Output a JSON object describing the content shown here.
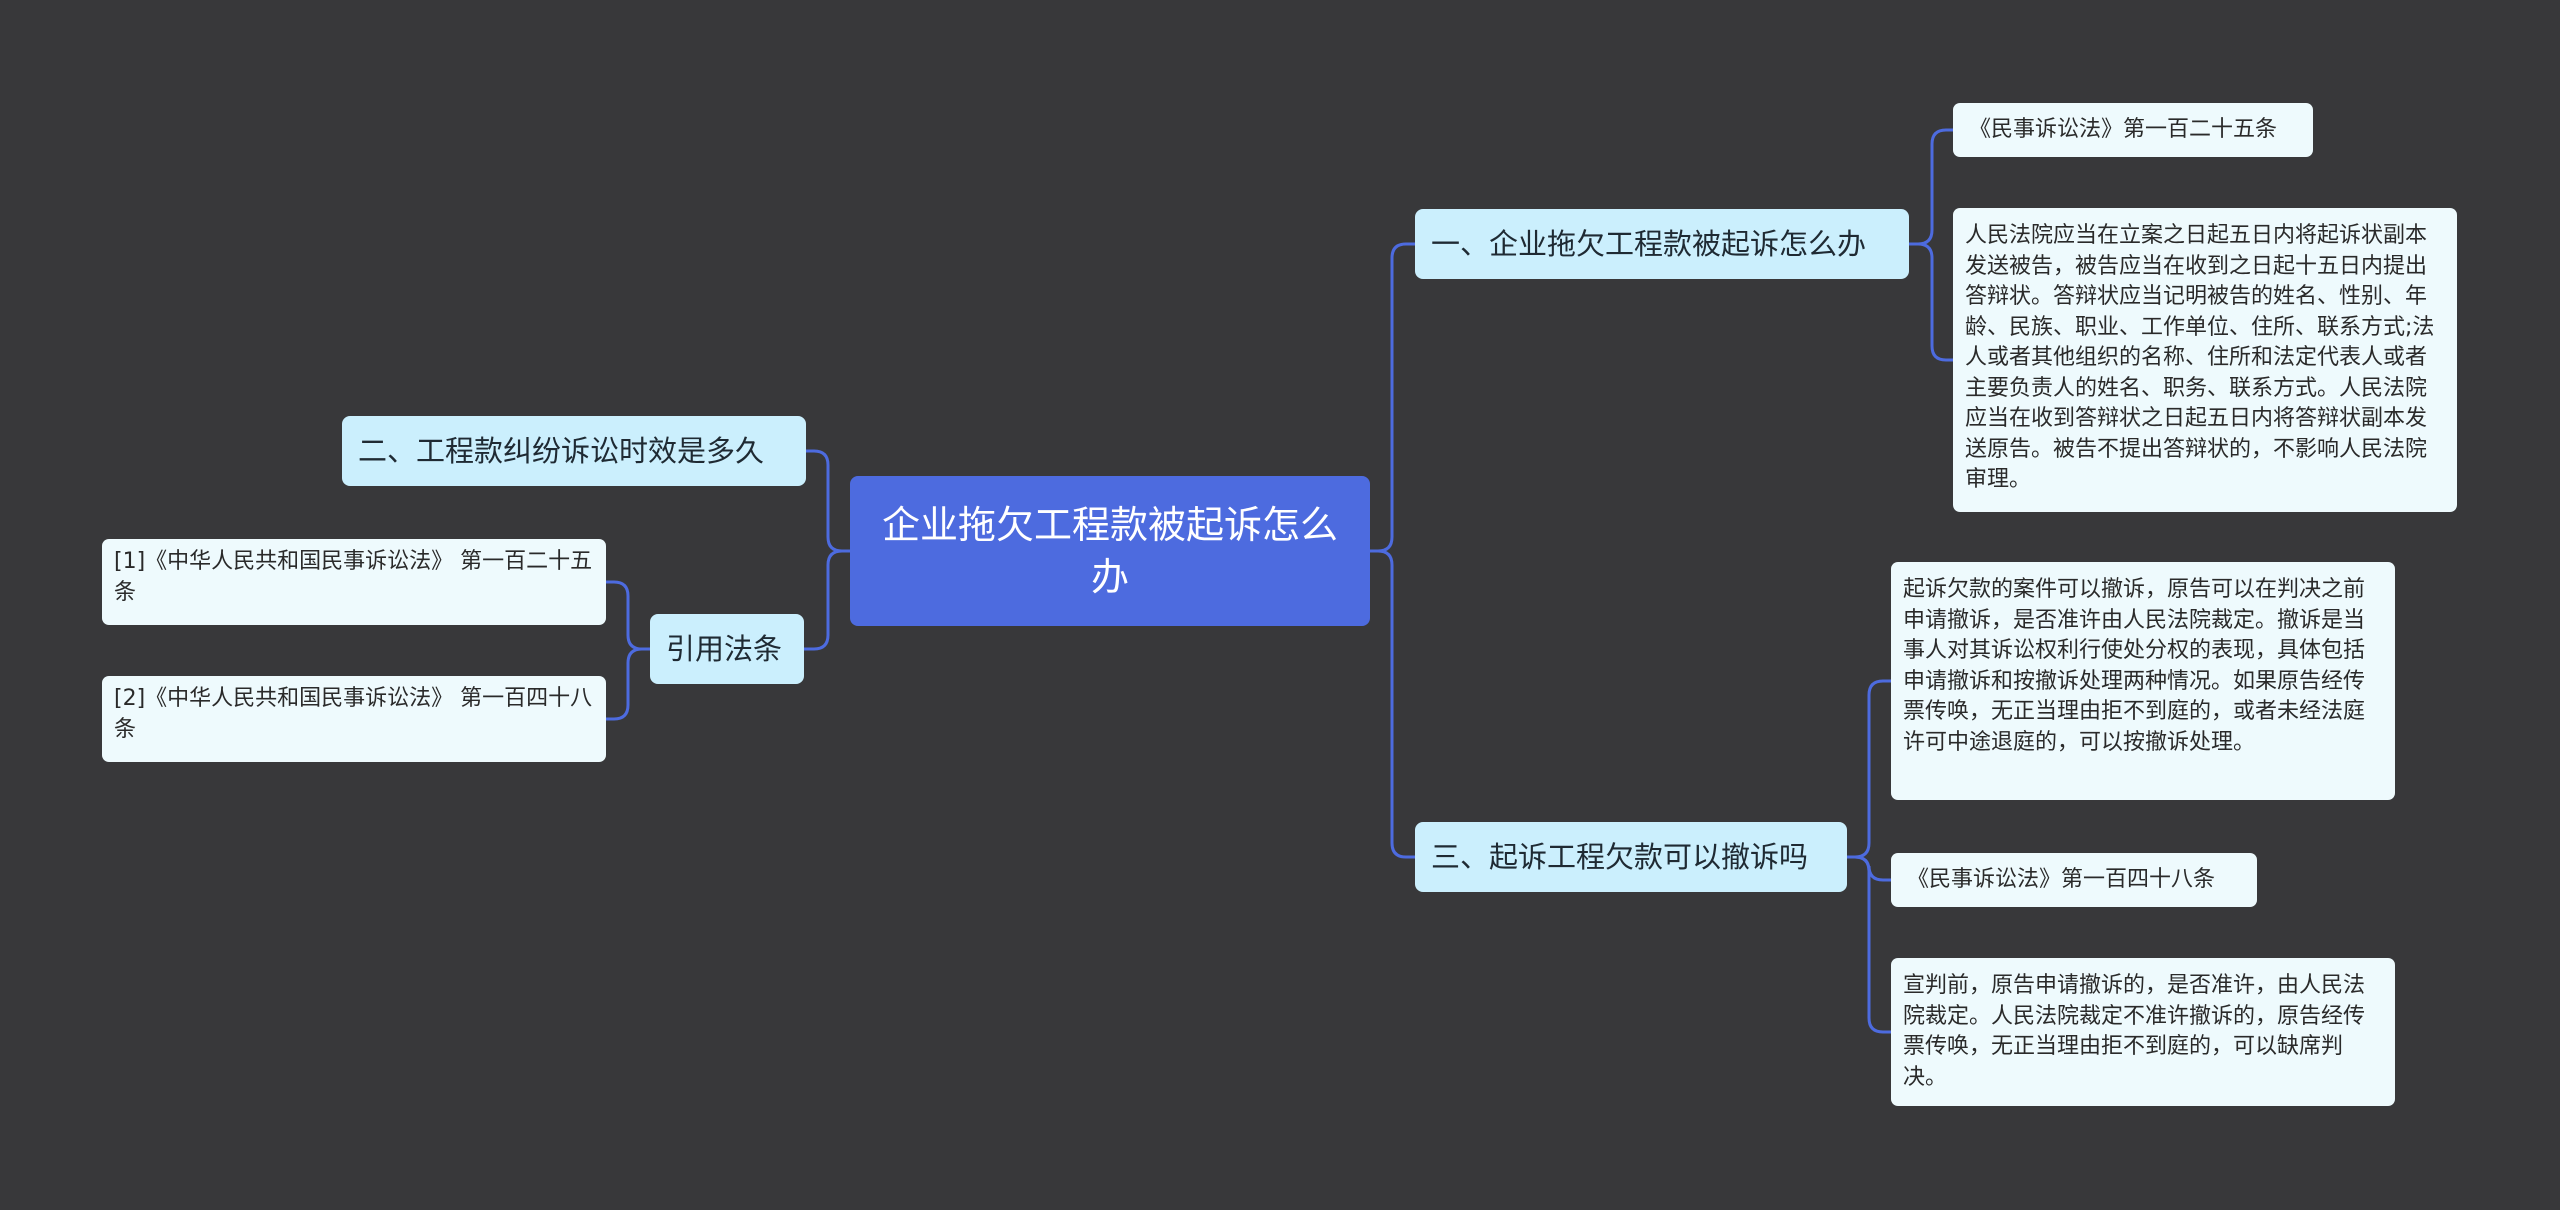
{
  "root": {
    "label": "企业拖欠工程款被起诉怎么办"
  },
  "branches": {
    "b1": {
      "label": "一、企业拖欠工程款被起诉怎么办",
      "children": [
        "《民事诉讼法》第一百二十五条",
        "人民法院应当在立案之日起五日内将起诉状副本发送被告，被告应当在收到之日起十五日内提出答辩状。答辩状应当记明被告的姓名、性别、年龄、民族、职业、工作单位、住所、联系方式;法人或者其他组织的名称、住所和法定代表人或者主要负责人的姓名、职务、联系方式。人民法院应当在收到答辩状之日起五日内将答辩状副本发送原告。被告不提出答辩状的，不影响人民法院审理。"
      ]
    },
    "b2": {
      "label": "二、工程款纠纷诉讼时效是多久"
    },
    "b3": {
      "label": "三、起诉工程欠款可以撤诉吗",
      "children": [
        "起诉欠款的案件可以撤诉，原告可以在判决之前申请撤诉，是否准许由人民法院裁定。撤诉是当事人对其诉讼权利行使处分权的表现，具体包括申请撤诉和按撤诉处理两种情况。如果原告经传票传唤，无正当理由拒不到庭的，或者未经法庭许可中途退庭的，可以按撤诉处理。",
        "《民事诉讼法》第一百四十八条",
        "宣判前，原告申请撤诉的，是否准许，由人民法院裁定。人民法院裁定不准许撤诉的，原告经传票传唤，无正当理由拒不到庭的，可以缺席判决。"
      ]
    },
    "b4": {
      "label": "引用法条",
      "children": [
        "[1]《中华人民共和国民事诉讼法》 第一百二十五条",
        "[2]《中华人民共和国民事诉讼法》 第一百四十八条"
      ]
    }
  },
  "colors": {
    "background": "#38383a",
    "root_fill": "#4d6bdf",
    "branch_fill": "#cbeffd",
    "leaf_fill": "#eefafd",
    "connector": "#4d6bdf"
  }
}
